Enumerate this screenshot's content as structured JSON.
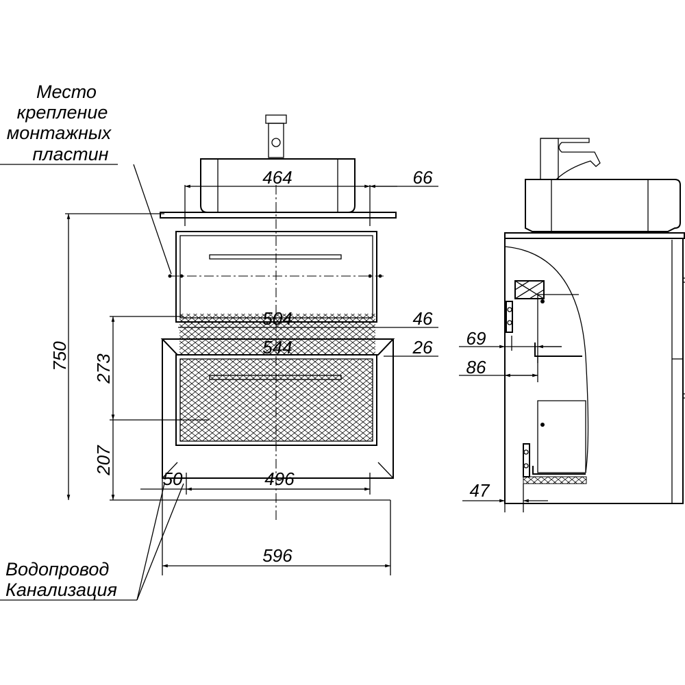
{
  "labels": {
    "mount_plates": [
      "Место",
      "крепление",
      "монтажных",
      "пластин"
    ],
    "utilities": [
      "Водопровод",
      "Канализация"
    ]
  },
  "dimensions": {
    "front": {
      "basin_width": "464",
      "basin_offset": "66",
      "upper_width": "504",
      "lower_width": "544",
      "dim_46": "46",
      "dim_26": "26",
      "total_height": "750",
      "dim_273": "273",
      "dim_207": "207",
      "dim_50": "50",
      "dim_496": "496",
      "total_width": "596"
    },
    "side": {
      "dim_69": "69",
      "dim_86": "86",
      "dim_47": "47"
    }
  }
}
